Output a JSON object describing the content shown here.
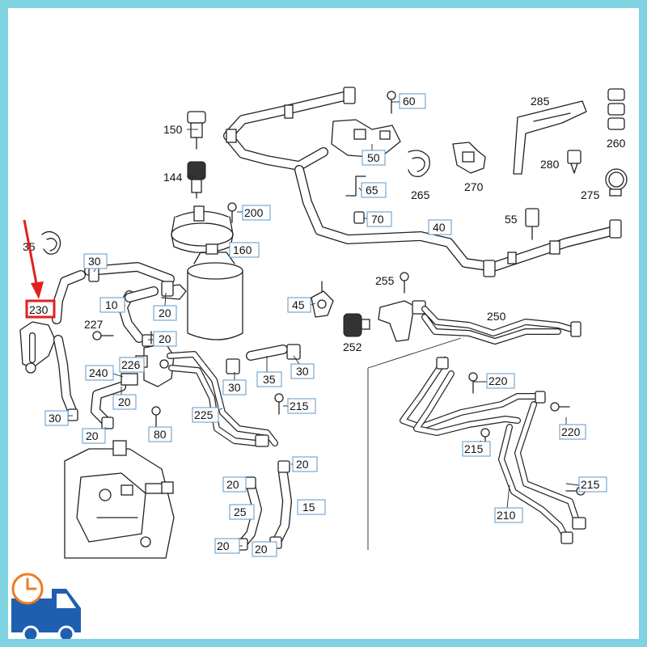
{
  "diagram": {
    "accent_color": "#e02020",
    "frame_color": "#7fd3e0",
    "logo_color": "#1f5fb0",
    "logo_clock_color": "#f07a1e",
    "highlighted_part": "230",
    "callouts": {
      "c30a": "30",
      "c230": "230",
      "c10": "10",
      "c20a": "20",
      "c227": "227",
      "c20b": "20",
      "c226": "226",
      "c240": "240",
      "c20c": "20",
      "c30b": "30",
      "c20d": "20",
      "c80": "80",
      "c225": "225",
      "c30c": "30",
      "c35": "35",
      "c30d": "30",
      "c215a": "215",
      "c160": "160",
      "c200": "200",
      "c20e": "20",
      "c20f": "20",
      "c25": "25",
      "c15": "15",
      "c20g": "20",
      "c20h": "20",
      "c45": "45",
      "c252": "252",
      "c255": "255",
      "c250": "250",
      "c60": "60",
      "c50": "50",
      "c65": "65",
      "c70": "70",
      "c40": "40",
      "c285": "285",
      "c260": "260",
      "c280": "280",
      "c270": "270",
      "c265": "265",
      "c275": "275",
      "c55": "55",
      "c220a": "220",
      "c220b": "220",
      "c215b": "215",
      "c215c": "215",
      "c210": "210"
    },
    "plain_labels": {
      "p150": "150",
      "p144": "144",
      "p35": "35",
      "p227": "227",
      "p255": "255",
      "p252": "252",
      "p250": "250",
      "p285": "285",
      "p260": "260",
      "p280": "280",
      "p270": "270",
      "p265": "265",
      "p275": "275",
      "p55": "55"
    }
  }
}
